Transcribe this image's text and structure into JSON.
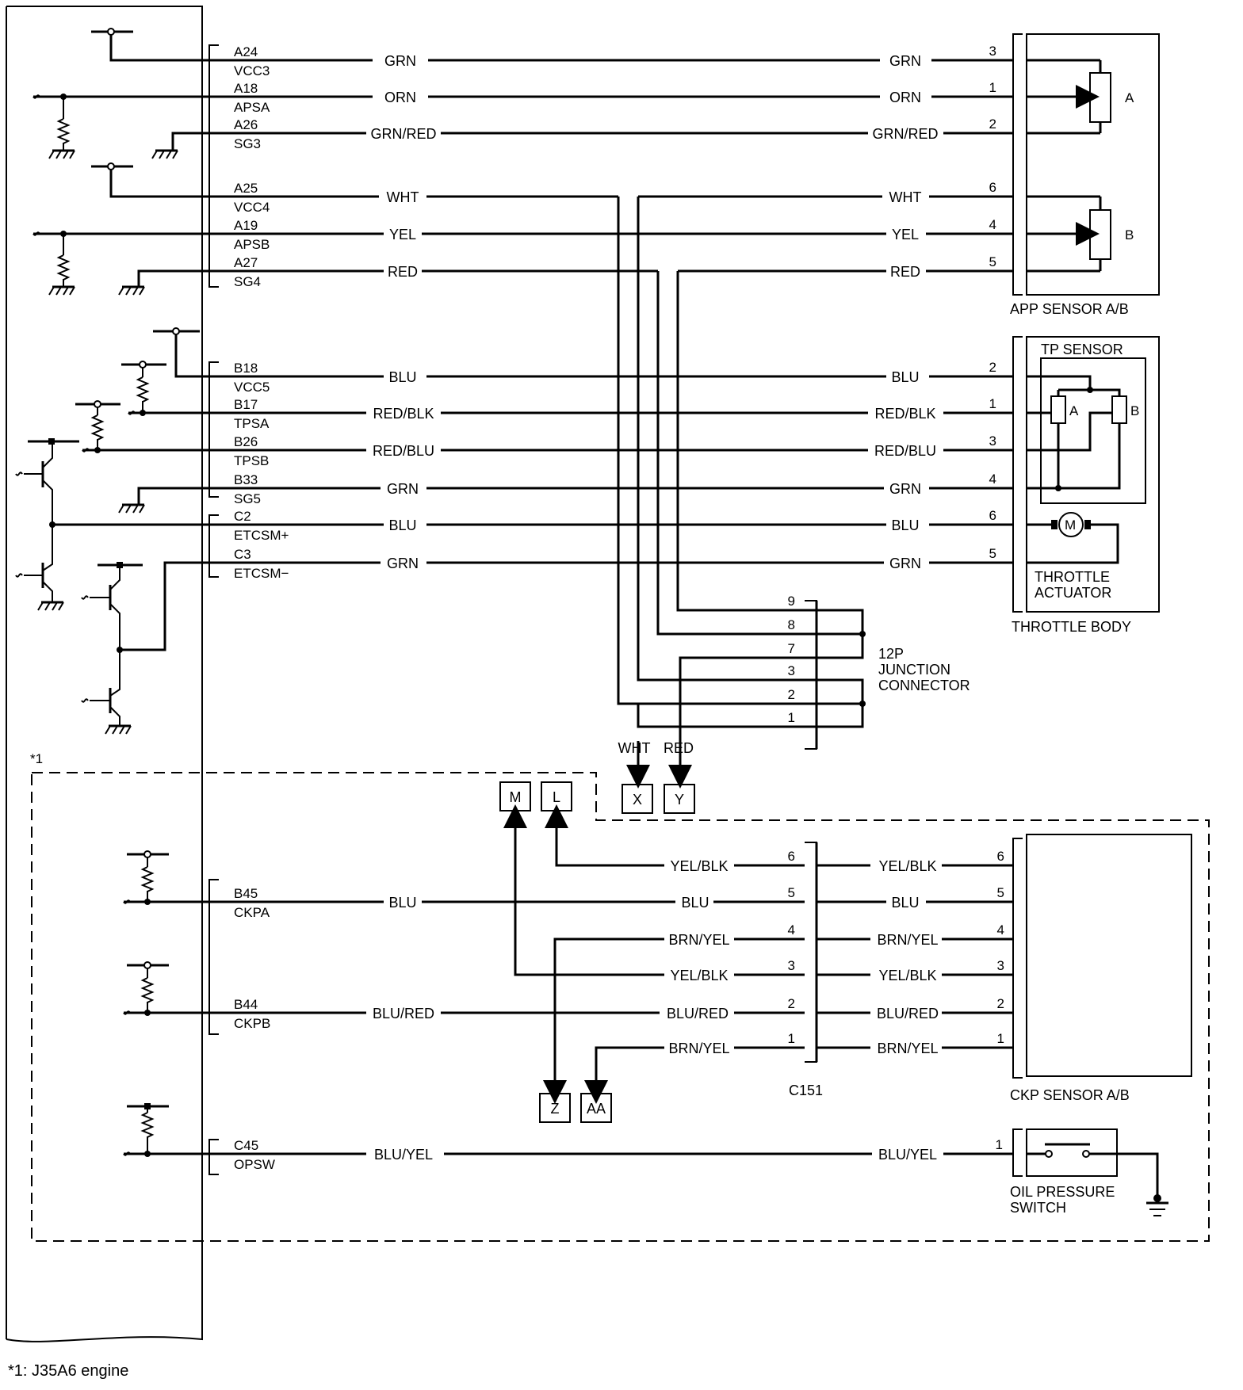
{
  "ecm_pins": {
    "a24": "A24",
    "vcc3": "VCC3",
    "a18": "A18",
    "apsa": "APSA",
    "a26": "A26",
    "sg3": "SG3",
    "a25": "A25",
    "vcc4": "VCC4",
    "a19": "A19",
    "apsb": "APSB",
    "a27": "A27",
    "sg4": "SG4",
    "b18": "B18",
    "vcc5": "VCC5",
    "b17": "B17",
    "tpsa": "TPSA",
    "b26": "B26",
    "tpsb": "TPSB",
    "b33": "B33",
    "sg5": "SG5",
    "c2": "C2",
    "etcsm_p": "ETCSM+",
    "c3": "C3",
    "etcsm_m": "ETCSM−",
    "b45": "B45",
    "ckpa": "CKPA",
    "b44": "B44",
    "ckpb": "CKPB",
    "c45": "C45",
    "opsw": "OPSW"
  },
  "wire_colors": {
    "grn": "GRN",
    "orn": "ORN",
    "grn_red": "GRN/RED",
    "wht": "WHT",
    "yel": "YEL",
    "red": "RED",
    "blu": "BLU",
    "red_blk": "RED/BLK",
    "red_blu": "RED/BLU",
    "yel_blk": "YEL/BLK",
    "brn_yel": "BRN/YEL",
    "blu_red": "BLU/RED",
    "blu_yel": "BLU/YEL"
  },
  "pin_numbers": {
    "p1": "1",
    "p2": "2",
    "p3": "3",
    "p4": "4",
    "p5": "5",
    "p6": "6",
    "p7": "7",
    "p8": "8",
    "p9": "9"
  },
  "components": {
    "app_sensor": "APP SENSOR A/B",
    "tp_sensor": "TP SENSOR",
    "throttle_actuator_1": "THROTTLE",
    "throttle_actuator_2": "ACTUATOR",
    "throttle_body": "THROTTLE BODY",
    "junction_1": "12P",
    "junction_2": "JUNCTION",
    "junction_3": "CONNECTOR",
    "c151": "C151",
    "ckp_sensor": "CKP SENSOR A/B",
    "oil_switch_1": "OIL PRESSURE",
    "oil_switch_2": "SWITCH",
    "element_a": "A",
    "element_b": "B",
    "motor": "M"
  },
  "refs": {
    "x": "X",
    "y": "Y",
    "m": "M",
    "l": "L",
    "z": "Z",
    "aa": "AA"
  },
  "note_marker": "*1",
  "footnote": "*1: J35A6 engine"
}
